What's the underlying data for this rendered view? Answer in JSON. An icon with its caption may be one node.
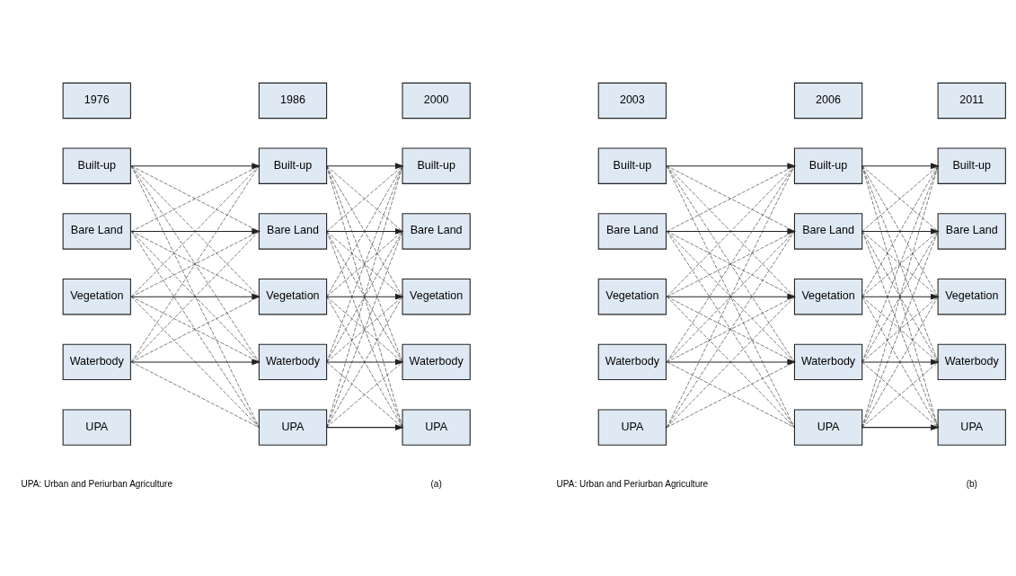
{
  "diagram": {
    "nodes": [
      {
        "text": [
          "1976"
        ]
      },
      {
        "text": [
          "Built-up"
        ]
      },
      {
        "text": [
          "Bare Land"
        ]
      },
      {
        "text": [
          "Vegetation"
        ]
      },
      {
        "text": [
          "Waterbody"
        ]
      },
      {
        "text": [
          "UPA"
        ]
      },
      {
        "text": [
          "1986"
        ]
      },
      {
        "text": [
          "Built-up"
        ]
      },
      {
        "text": [
          "Bare Land"
        ]
      },
      {
        "text": [
          "Vegetation"
        ]
      },
      {
        "text": [
          "Waterbody"
        ]
      },
      {
        "text": [
          "UPA"
        ]
      },
      {
        "text": [
          "2000"
        ]
      },
      {
        "text": [
          "Built-up"
        ]
      },
      {
        "text": [
          "Bare Land"
        ]
      },
      {
        "text": [
          "Vegetation"
        ]
      },
      {
        "text": [
          "Waterbody"
        ]
      },
      {
        "text": [
          "UPA"
        ]
      },
      {
        "text": [
          "2003"
        ]
      },
      {
        "text": [
          "Built-up"
        ]
      },
      {
        "text": [
          "Bare Land"
        ]
      },
      {
        "text": [
          "Vegetation"
        ]
      },
      {
        "text": [
          "Waterbody"
        ]
      },
      {
        "text": [
          "UPA"
        ]
      },
      {
        "text": [
          "2006"
        ]
      },
      {
        "text": [
          "Built-up"
        ]
      },
      {
        "text": [
          "Bare Land"
        ]
      },
      {
        "text": [
          "Vegetation"
        ]
      },
      {
        "text": [
          "Waterbody"
        ]
      },
      {
        "text": [
          "UPA"
        ]
      },
      {
        "text": [
          "2011"
        ]
      },
      {
        "text": [
          "Built-up"
        ]
      },
      {
        "text": [
          "Bare Land"
        ]
      },
      {
        "text": [
          "Vegetation"
        ]
      },
      {
        "text": [
          "Waterbody"
        ]
      },
      {
        "text": [
          "UPA"
        ]
      }
    ],
    "edges": [
      {
        "from": 1,
        "to": 7,
        "arrow": "to"
      },
      {
        "from": 1,
        "to": 8,
        "arrow": "none",
        "style": "dashed"
      },
      {
        "from": 1,
        "to": 9,
        "arrow": "none",
        "style": "dashed"
      },
      {
        "from": 1,
        "to": 10,
        "arrow": "none",
        "style": "dashed"
      },
      {
        "from": 1,
        "to": 11,
        "arrow": "none",
        "style": "dashed"
      },
      {
        "from": 2,
        "to": 8,
        "arrow": "to"
      },
      {
        "from": 2,
        "to": 7,
        "arrow": "none",
        "style": "dashed"
      },
      {
        "from": 2,
        "to": 9,
        "arrow": "none",
        "style": "dashed"
      },
      {
        "from": 2,
        "to": 10,
        "arrow": "none",
        "style": "dashed"
      },
      {
        "from": 2,
        "to": 11,
        "arrow": "none",
        "style": "dashed"
      },
      {
        "from": 3,
        "to": 9,
        "arrow": "to"
      },
      {
        "from": 3,
        "to": 7,
        "arrow": "none",
        "style": "dashed"
      },
      {
        "from": 3,
        "to": 8,
        "arrow": "none",
        "style": "dashed"
      },
      {
        "from": 3,
        "to": 10,
        "arrow": "none",
        "style": "dashed"
      },
      {
        "from": 3,
        "to": 11,
        "arrow": "none",
        "style": "dashed"
      },
      {
        "from": 4,
        "to": 10,
        "arrow": "to"
      },
      {
        "from": 4,
        "to": 7,
        "arrow": "none",
        "style": "dashed"
      },
      {
        "from": 4,
        "to": 8,
        "arrow": "none",
        "style": "dashed"
      },
      {
        "from": 4,
        "to": 9,
        "arrow": "none",
        "style": "dashed"
      },
      {
        "from": 4,
        "to": 11,
        "arrow": "none",
        "style": "dashed"
      },
      {
        "from": 7,
        "to": 13,
        "arrow": "to"
      },
      {
        "from": 7,
        "to": 14,
        "arrow": "none",
        "style": "dashed"
      },
      {
        "from": 7,
        "to": 15,
        "arrow": "none",
        "style": "dashed"
      },
      {
        "from": 7,
        "to": 16,
        "arrow": "none",
        "style": "dashed"
      },
      {
        "from": 7,
        "to": 17,
        "arrow": "none",
        "style": "dashed"
      },
      {
        "from": 8,
        "to": 14,
        "arrow": "to"
      },
      {
        "from": 8,
        "to": 13,
        "arrow": "none",
        "style": "dashed"
      },
      {
        "from": 8,
        "to": 15,
        "arrow": "none",
        "style": "dashed"
      },
      {
        "from": 8,
        "to": 16,
        "arrow": "none",
        "style": "dashed"
      },
      {
        "from": 8,
        "to": 17,
        "arrow": "none",
        "style": "dashed"
      },
      {
        "from": 9,
        "to": 15,
        "arrow": "to"
      },
      {
        "from": 9,
        "to": 13,
        "arrow": "none",
        "style": "dashed"
      },
      {
        "from": 9,
        "to": 14,
        "arrow": "none",
        "style": "dashed"
      },
      {
        "from": 9,
        "to": 16,
        "arrow": "none",
        "style": "dashed"
      },
      {
        "from": 9,
        "to": 17,
        "arrow": "none",
        "style": "dashed"
      },
      {
        "from": 10,
        "to": 16,
        "arrow": "to"
      },
      {
        "from": 10,
        "to": 13,
        "arrow": "none",
        "style": "dashed"
      },
      {
        "from": 10,
        "to": 14,
        "arrow": "none",
        "style": "dashed"
      },
      {
        "from": 10,
        "to": 15,
        "arrow": "none",
        "style": "dashed"
      },
      {
        "from": 10,
        "to": 17,
        "arrow": "none",
        "style": "dashed"
      },
      {
        "from": 11,
        "to": 17,
        "arrow": "to"
      },
      {
        "from": 11,
        "to": 13,
        "arrow": "none",
        "style": "dashed"
      },
      {
        "from": 11,
        "to": 14,
        "arrow": "none",
        "style": "dashed"
      },
      {
        "from": 11,
        "to": 15,
        "arrow": "none",
        "style": "dashed"
      },
      {
        "from": 11,
        "to": 16,
        "arrow": "none",
        "style": "dashed"
      },
      {
        "from": 19,
        "to": 25,
        "arrow": "to"
      },
      {
        "from": 19,
        "to": 26,
        "arrow": "none",
        "style": "dashed"
      },
      {
        "from": 19,
        "to": 27,
        "arrow": "none",
        "style": "dashed"
      },
      {
        "from": 19,
        "to": 28,
        "arrow": "none",
        "style": "dashed"
      },
      {
        "from": 19,
        "to": 29,
        "arrow": "none",
        "style": "dashed"
      },
      {
        "from": 20,
        "to": 26,
        "arrow": "to"
      },
      {
        "from": 20,
        "to": 25,
        "arrow": "none",
        "style": "dashed"
      },
      {
        "from": 20,
        "to": 27,
        "arrow": "none",
        "style": "dashed"
      },
      {
        "from": 20,
        "to": 28,
        "arrow": "none",
        "style": "dashed"
      },
      {
        "from": 20,
        "to": 29,
        "arrow": "none",
        "style": "dashed"
      },
      {
        "from": 21,
        "to": 27,
        "arrow": "to"
      },
      {
        "from": 21,
        "to": 25,
        "arrow": "none",
        "style": "dashed"
      },
      {
        "from": 21,
        "to": 26,
        "arrow": "none",
        "style": "dashed"
      },
      {
        "from": 21,
        "to": 28,
        "arrow": "none",
        "style": "dashed"
      },
      {
        "from": 21,
        "to": 29,
        "arrow": "none",
        "style": "dashed"
      },
      {
        "from": 22,
        "to": 28,
        "arrow": "to"
      },
      {
        "from": 22,
        "to": 25,
        "arrow": "none",
        "style": "dashed"
      },
      {
        "from": 22,
        "to": 26,
        "arrow": "none",
        "style": "dashed"
      },
      {
        "from": 22,
        "to": 27,
        "arrow": "none",
        "style": "dashed"
      },
      {
        "from": 22,
        "to": 29,
        "arrow": "none",
        "style": "dashed"
      },
      {
        "from": 23,
        "to": 25,
        "arrow": "none",
        "style": "dashed"
      },
      {
        "from": 23,
        "to": 26,
        "arrow": "none",
        "style": "dashed"
      },
      {
        "from": 23,
        "to": 27,
        "arrow": "none",
        "style": "dashed"
      },
      {
        "from": 23,
        "to": 28,
        "arrow": "none",
        "style": "dashed"
      },
      {
        "from": 25,
        "to": 31,
        "arrow": "to"
      },
      {
        "from": 25,
        "to": 32,
        "arrow": "none",
        "style": "dashed"
      },
      {
        "from": 25,
        "to": 33,
        "arrow": "none",
        "style": "dashed"
      },
      {
        "from": 25,
        "to": 34,
        "arrow": "none",
        "style": "dashed"
      },
      {
        "from": 25,
        "to": 35,
        "arrow": "none",
        "style": "dashed"
      },
      {
        "from": 26,
        "to": 32,
        "arrow": "to"
      },
      {
        "from": 26,
        "to": 31,
        "arrow": "none",
        "style": "dashed"
      },
      {
        "from": 26,
        "to": 33,
        "arrow": "none",
        "style": "dashed"
      },
      {
        "from": 26,
        "to": 34,
        "arrow": "none",
        "style": "dashed"
      },
      {
        "from": 26,
        "to": 35,
        "arrow": "none",
        "style": "dashed"
      },
      {
        "from": 27,
        "to": 33,
        "arrow": "to"
      },
      {
        "from": 27,
        "to": 31,
        "arrow": "none",
        "style": "dashed"
      },
      {
        "from": 27,
        "to": 32,
        "arrow": "none",
        "style": "dashed"
      },
      {
        "from": 27,
        "to": 34,
        "arrow": "none",
        "style": "dashed"
      },
      {
        "from": 27,
        "to": 35,
        "arrow": "none",
        "style": "dashed"
      },
      {
        "from": 28,
        "to": 34,
        "arrow": "to"
      },
      {
        "from": 28,
        "to": 31,
        "arrow": "none",
        "style": "dashed"
      },
      {
        "from": 28,
        "to": 32,
        "arrow": "none",
        "style": "dashed"
      },
      {
        "from": 28,
        "to": 33,
        "arrow": "none",
        "style": "dashed"
      },
      {
        "from": 28,
        "to": 35,
        "arrow": "none",
        "style": "dashed"
      },
      {
        "from": 29,
        "to": 35,
        "arrow": "to"
      },
      {
        "from": 29,
        "to": 31,
        "arrow": "none",
        "style": "dashed"
      },
      {
        "from": 29,
        "to": 32,
        "arrow": "none",
        "style": "dashed"
      },
      {
        "from": 29,
        "to": 33,
        "arrow": "none",
        "style": "dashed"
      },
      {
        "from": 29,
        "to": 34,
        "arrow": "none",
        "style": "dashed"
      }
    ],
    "labels": [
      "UPA: Urban and Periurban Agriculture",
      "(a)",
      "UPA: Urban and Periurban Agriculture",
      "(b)"
    ]
  }
}
